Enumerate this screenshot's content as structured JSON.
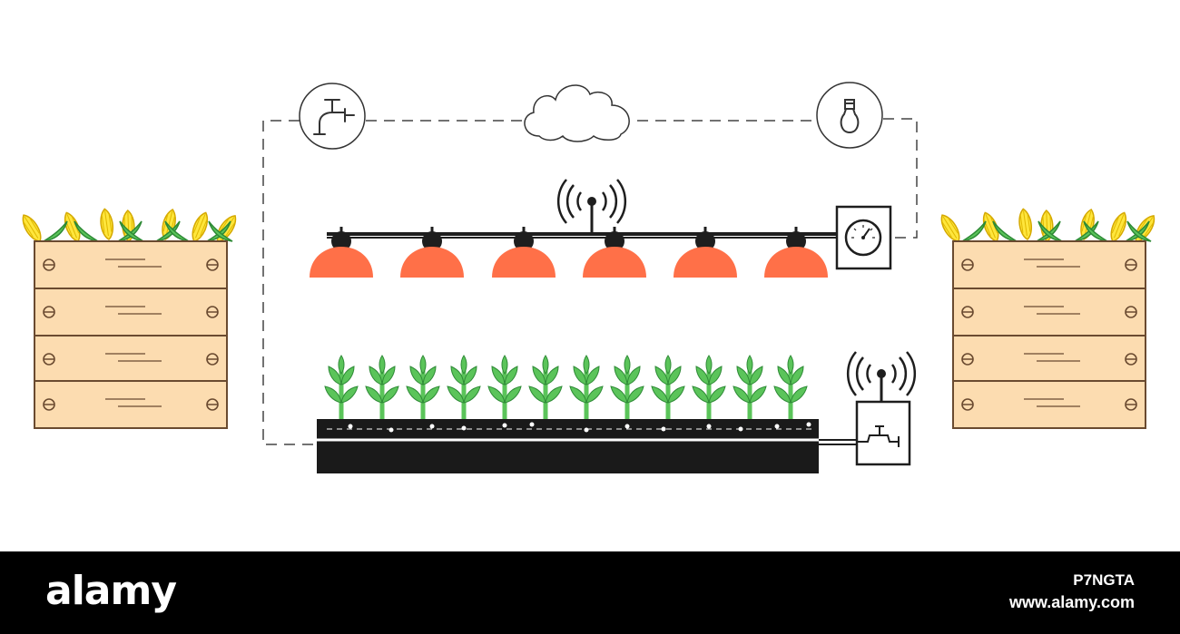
{
  "footer": {
    "brand": "alamy",
    "image_id": "P7NGTA",
    "site_url": "www.alamy.com"
  },
  "colors": {
    "lamp": "#ff7048",
    "lamp_dark": "#1e1e1e",
    "crate_fill": "#fcdcb0",
    "crate_stroke": "#6a4a30",
    "leaf_green": "#5bc45a",
    "leaf_stroke": "#2e8a36",
    "corn_yellow": "#ffe63c",
    "soil": "#1a1a1a",
    "background": "#ffffff",
    "footer": "#000000"
  },
  "icons": [
    "water-tap-icon",
    "cloud-icon",
    "light-bulb-icon",
    "wireless-signal-icon",
    "gauge-icon",
    "water-valve-icon",
    "corn-crate-icon",
    "corn-plant-icon"
  ]
}
